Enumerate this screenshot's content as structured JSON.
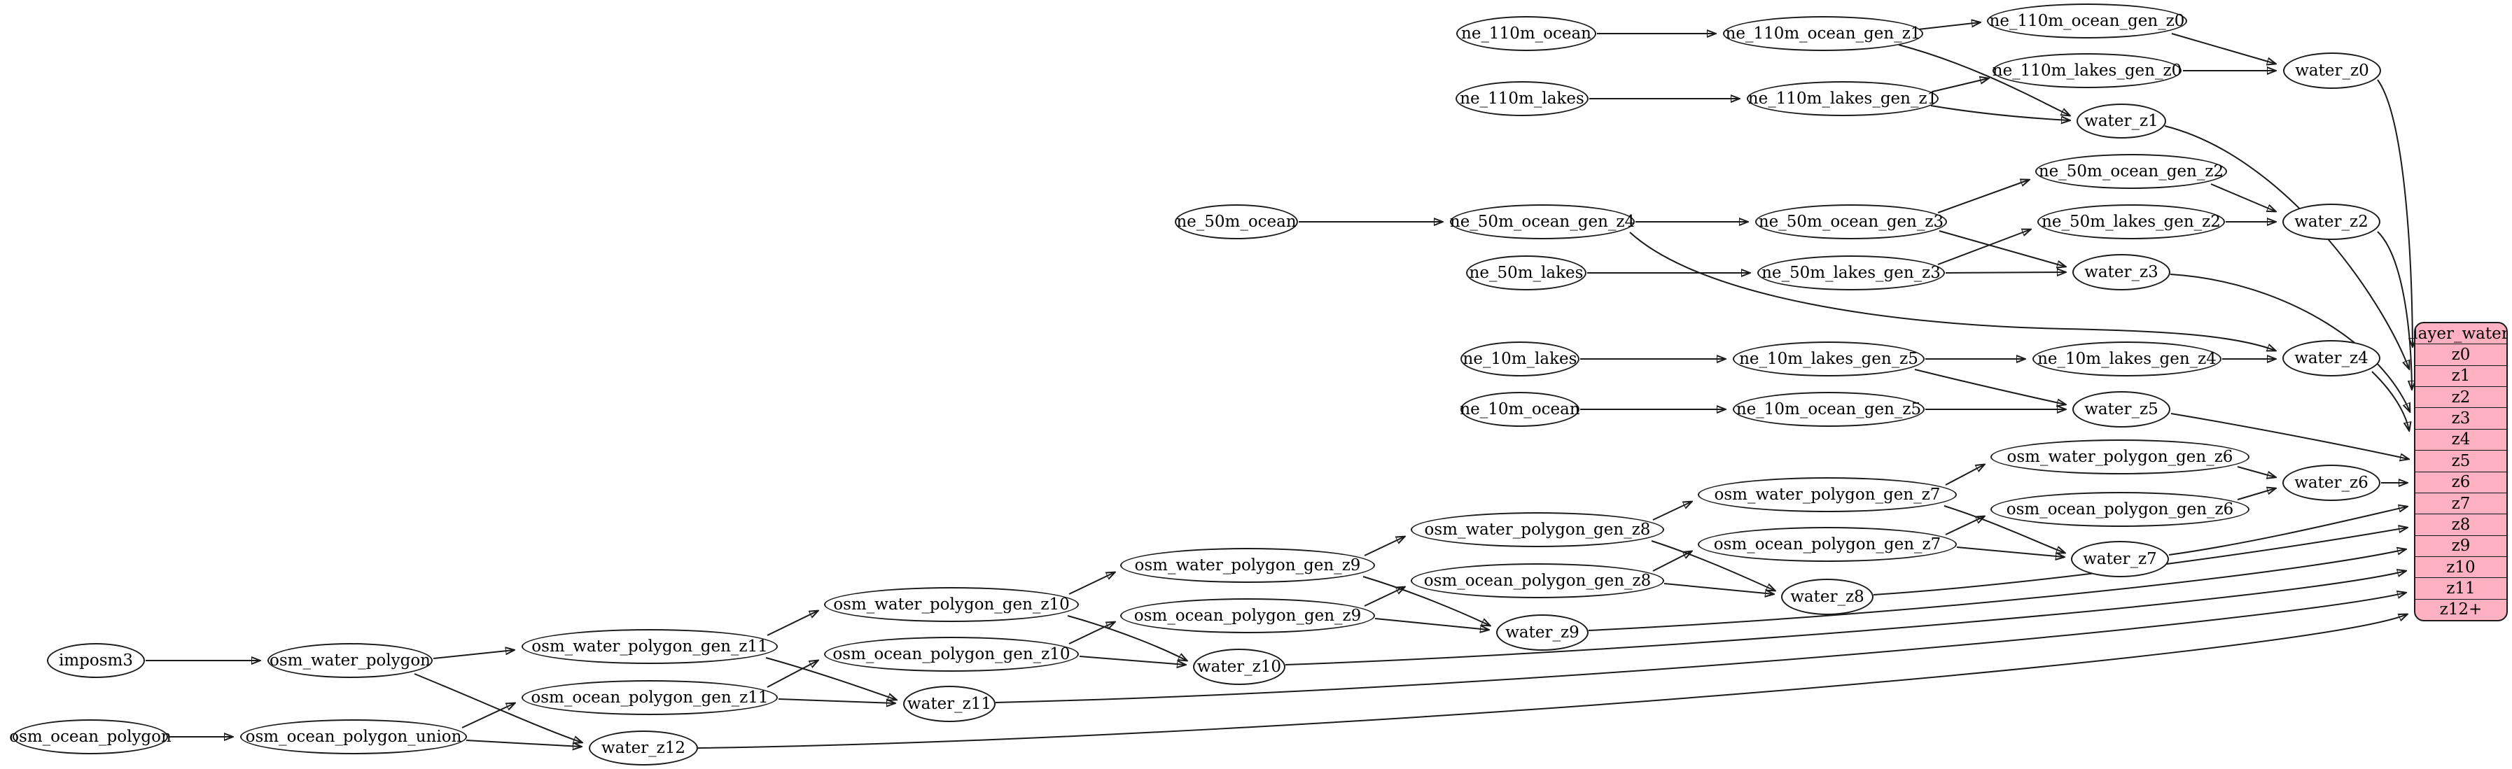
{
  "diagram": {
    "description": "layer_water ETL dependency graph",
    "colors": {
      "table_fill": "#ffb1c1",
      "node_fill": "#ffffff",
      "stroke": "#1a1a1a"
    },
    "nodes": {
      "ne_110m_ocean": "ne_110m_ocean",
      "ne_110m_ocean_gen_z1": "ne_110m_ocean_gen_z1",
      "ne_110m_ocean_gen_z0": "ne_110m_ocean_gen_z0",
      "ne_110m_lakes": "ne_110m_lakes",
      "ne_110m_lakes_gen_z1": "ne_110m_lakes_gen_z1",
      "ne_110m_lakes_gen_z0": "ne_110m_lakes_gen_z0",
      "water_z0": "water_z0",
      "water_z1": "water_z1",
      "ne_50m_ocean": "ne_50m_ocean",
      "ne_50m_ocean_gen_z4": "ne_50m_ocean_gen_z4",
      "ne_50m_ocean_gen_z3": "ne_50m_ocean_gen_z3",
      "ne_50m_ocean_gen_z2": "ne_50m_ocean_gen_z2",
      "ne_50m_lakes": "ne_50m_lakes",
      "ne_50m_lakes_gen_z3": "ne_50m_lakes_gen_z3",
      "ne_50m_lakes_gen_z2": "ne_50m_lakes_gen_z2",
      "water_z2": "water_z2",
      "water_z3": "water_z3",
      "ne_10m_lakes": "ne_10m_lakes",
      "ne_10m_lakes_gen_z5": "ne_10m_lakes_gen_z5",
      "ne_10m_lakes_gen_z4": "ne_10m_lakes_gen_z4",
      "ne_10m_ocean": "ne_10m_ocean",
      "ne_10m_ocean_gen_z5": "ne_10m_ocean_gen_z5",
      "water_z4": "water_z4",
      "water_z5": "water_z5",
      "osm_water_polygon_gen_z6": "osm_water_polygon_gen_z6",
      "osm_ocean_polygon_gen_z6": "osm_ocean_polygon_gen_z6",
      "water_z6": "water_z6",
      "osm_water_polygon_gen_z7": "osm_water_polygon_gen_z7",
      "osm_ocean_polygon_gen_z7": "osm_ocean_polygon_gen_z7",
      "water_z7": "water_z7",
      "osm_water_polygon_gen_z8": "osm_water_polygon_gen_z8",
      "osm_ocean_polygon_gen_z8": "osm_ocean_polygon_gen_z8",
      "water_z8": "water_z8",
      "osm_water_polygon_gen_z9": "osm_water_polygon_gen_z9",
      "osm_ocean_polygon_gen_z9": "osm_ocean_polygon_gen_z9",
      "water_z9": "water_z9",
      "osm_water_polygon_gen_z10": "osm_water_polygon_gen_z10",
      "osm_ocean_polygon_gen_z10": "osm_ocean_polygon_gen_z10",
      "water_z10": "water_z10",
      "osm_water_polygon_gen_z11": "osm_water_polygon_gen_z11",
      "osm_ocean_polygon_gen_z11": "osm_ocean_polygon_gen_z11",
      "water_z11": "water_z11",
      "imposm3": "imposm3",
      "osm_water_polygon": "osm_water_polygon",
      "osm_ocean_polygon": "osm_ocean_polygon",
      "osm_ocean_polygon_union": "osm_ocean_polygon_union",
      "water_z12": "water_z12"
    },
    "table": {
      "title": "layer_water",
      "rows": [
        "z0",
        "z1",
        "z2",
        "z3",
        "z4",
        "z5",
        "z6",
        "z7",
        "z8",
        "z9",
        "z10",
        "z11",
        "z12+"
      ]
    },
    "edges": [
      [
        "ne_110m_ocean",
        "ne_110m_ocean_gen_z1"
      ],
      [
        "ne_110m_ocean_gen_z1",
        "ne_110m_ocean_gen_z0"
      ],
      [
        "ne_110m_ocean_gen_z1",
        "water_z1"
      ],
      [
        "ne_110m_lakes",
        "ne_110m_lakes_gen_z1"
      ],
      [
        "ne_110m_lakes_gen_z1",
        "ne_110m_lakes_gen_z0"
      ],
      [
        "ne_110m_lakes_gen_z1",
        "water_z1"
      ],
      [
        "ne_110m_ocean_gen_z0",
        "water_z0"
      ],
      [
        "ne_110m_lakes_gen_z0",
        "water_z0"
      ],
      [
        "water_z0",
        "layer_water:z0"
      ],
      [
        "water_z1",
        "layer_water:z1"
      ],
      [
        "ne_50m_ocean",
        "ne_50m_ocean_gen_z4"
      ],
      [
        "ne_50m_ocean_gen_z4",
        "ne_50m_ocean_gen_z3"
      ],
      [
        "ne_50m_ocean_gen_z4",
        "water_z4"
      ],
      [
        "ne_50m_ocean_gen_z3",
        "ne_50m_ocean_gen_z2"
      ],
      [
        "ne_50m_ocean_gen_z3",
        "water_z3"
      ],
      [
        "ne_50m_lakes",
        "ne_50m_lakes_gen_z3"
      ],
      [
        "ne_50m_lakes_gen_z3",
        "ne_50m_lakes_gen_z2"
      ],
      [
        "ne_50m_lakes_gen_z3",
        "water_z3"
      ],
      [
        "ne_50m_ocean_gen_z2",
        "water_z2"
      ],
      [
        "ne_50m_lakes_gen_z2",
        "water_z2"
      ],
      [
        "water_z2",
        "layer_water:z2"
      ],
      [
        "water_z3",
        "layer_water:z3"
      ],
      [
        "ne_10m_lakes",
        "ne_10m_lakes_gen_z5"
      ],
      [
        "ne_10m_lakes_gen_z5",
        "ne_10m_lakes_gen_z4"
      ],
      [
        "ne_10m_lakes_gen_z5",
        "water_z5"
      ],
      [
        "ne_10m_ocean",
        "ne_10m_ocean_gen_z5"
      ],
      [
        "ne_10m_ocean_gen_z5",
        "water_z5"
      ],
      [
        "ne_10m_lakes_gen_z4",
        "water_z4"
      ],
      [
        "water_z4",
        "layer_water:z4"
      ],
      [
        "water_z5",
        "layer_water:z5"
      ],
      [
        "imposm3",
        "osm_water_polygon"
      ],
      [
        "osm_water_polygon",
        "osm_water_polygon_gen_z11"
      ],
      [
        "osm_water_polygon",
        "water_z12"
      ],
      [
        "osm_ocean_polygon",
        "osm_ocean_polygon_union"
      ],
      [
        "osm_ocean_polygon_union",
        "osm_ocean_polygon_gen_z11"
      ],
      [
        "osm_ocean_polygon_union",
        "water_z12"
      ],
      [
        "osm_water_polygon_gen_z11",
        "osm_water_polygon_gen_z10"
      ],
      [
        "osm_water_polygon_gen_z11",
        "water_z11"
      ],
      [
        "osm_ocean_polygon_gen_z11",
        "osm_ocean_polygon_gen_z10"
      ],
      [
        "osm_ocean_polygon_gen_z11",
        "water_z11"
      ],
      [
        "osm_water_polygon_gen_z10",
        "osm_water_polygon_gen_z9"
      ],
      [
        "osm_water_polygon_gen_z10",
        "water_z10"
      ],
      [
        "osm_ocean_polygon_gen_z10",
        "osm_ocean_polygon_gen_z9"
      ],
      [
        "osm_ocean_polygon_gen_z10",
        "water_z10"
      ],
      [
        "osm_water_polygon_gen_z9",
        "osm_water_polygon_gen_z8"
      ],
      [
        "osm_water_polygon_gen_z9",
        "water_z9"
      ],
      [
        "osm_ocean_polygon_gen_z9",
        "osm_ocean_polygon_gen_z8"
      ],
      [
        "osm_ocean_polygon_gen_z9",
        "water_z9"
      ],
      [
        "osm_water_polygon_gen_z8",
        "osm_water_polygon_gen_z7"
      ],
      [
        "osm_water_polygon_gen_z8",
        "water_z8"
      ],
      [
        "osm_ocean_polygon_gen_z8",
        "osm_ocean_polygon_gen_z7"
      ],
      [
        "osm_ocean_polygon_gen_z8",
        "water_z8"
      ],
      [
        "osm_water_polygon_gen_z7",
        "osm_water_polygon_gen_z6"
      ],
      [
        "osm_water_polygon_gen_z7",
        "water_z7"
      ],
      [
        "osm_ocean_polygon_gen_z7",
        "osm_ocean_polygon_gen_z6"
      ],
      [
        "osm_ocean_polygon_gen_z7",
        "water_z7"
      ],
      [
        "osm_water_polygon_gen_z6",
        "water_z6"
      ],
      [
        "osm_ocean_polygon_gen_z6",
        "water_z6"
      ],
      [
        "water_z6",
        "layer_water:z6"
      ],
      [
        "water_z7",
        "layer_water:z7"
      ],
      [
        "water_z8",
        "layer_water:z8"
      ],
      [
        "water_z9",
        "layer_water:z9"
      ],
      [
        "water_z10",
        "layer_water:z10"
      ],
      [
        "water_z11",
        "layer_water:z11"
      ],
      [
        "water_z12",
        "layer_water:z12+"
      ]
    ]
  }
}
